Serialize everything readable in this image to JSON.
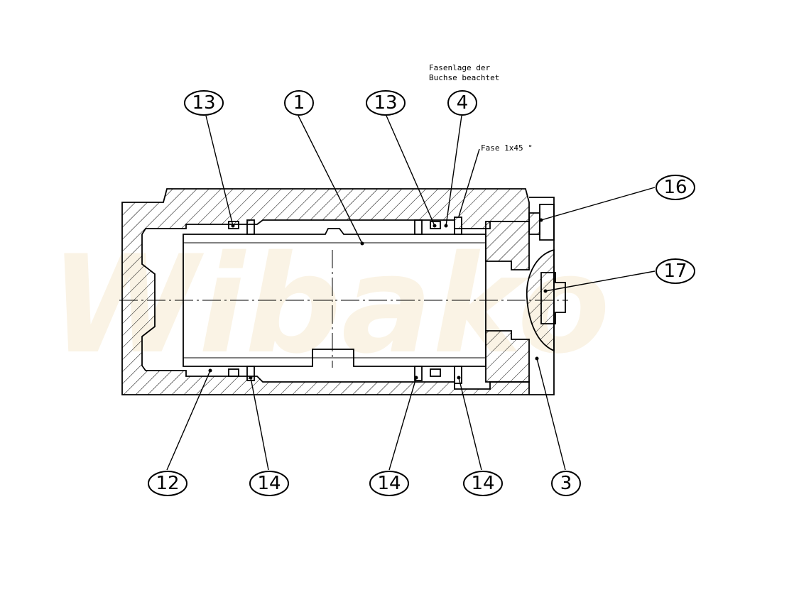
{
  "notes": {
    "bushing_line1": "Fasenlage der",
    "bushing_line2": "Buchse beachtet",
    "chamfer": "Fase 1x45 °"
  },
  "watermark": "Wibako",
  "balloons": [
    {
      "id": "b13a",
      "label": "13"
    },
    {
      "id": "b1",
      "label": "1"
    },
    {
      "id": "b13b",
      "label": "13"
    },
    {
      "id": "b4",
      "label": "4"
    },
    {
      "id": "b16",
      "label": "16"
    },
    {
      "id": "b17",
      "label": "17"
    },
    {
      "id": "b12",
      "label": "12"
    },
    {
      "id": "b14a",
      "label": "14"
    },
    {
      "id": "b14b",
      "label": "14"
    },
    {
      "id": "b14c",
      "label": "14"
    },
    {
      "id": "b3",
      "label": "3"
    }
  ]
}
